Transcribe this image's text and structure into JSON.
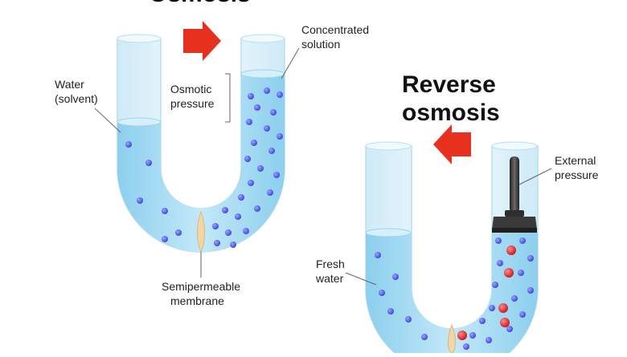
{
  "osmosis": {
    "title": "Osmosis",
    "labels": {
      "water_line1": "Water",
      "water_line2": "(solvent)",
      "osmotic_line1": "Osmotic",
      "osmotic_line2": "pressure",
      "concentrated_line1": "Concentrated",
      "concentrated_line2": "solution",
      "membrane_line1": "Semipermeable",
      "membrane_line2": "membrane"
    }
  },
  "reverse": {
    "title_line1": "Reverse",
    "title_line2": "osmosis",
    "labels": {
      "fresh_line1": "Fresh",
      "fresh_line2": "water",
      "external_line1": "External",
      "external_line2": "pressure"
    }
  },
  "colors": {
    "water": "#a9dcf3",
    "tube_glass": "#dff3fb",
    "arrow": "#e8301f",
    "particle_blue": "#4b55e0",
    "particle_red": "#e0202a",
    "membrane": "#f1d7a6",
    "plunger": "#3a3a3a"
  }
}
